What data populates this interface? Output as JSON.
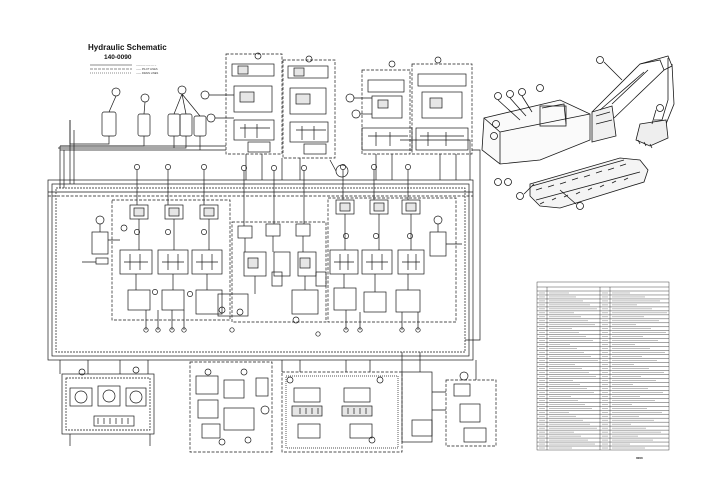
{
  "header": {
    "title": "Hydraulic Schematic",
    "code": "140-0090"
  },
  "legend": [
    "----------- ----- --- --",
    "------ PILOT LINES",
    "------ DRAIN LINES"
  ],
  "page_code": "0000",
  "colors": {
    "line": "#1a1a1a",
    "paper": "#ffffff",
    "fill": "#e6e6e6"
  }
}
